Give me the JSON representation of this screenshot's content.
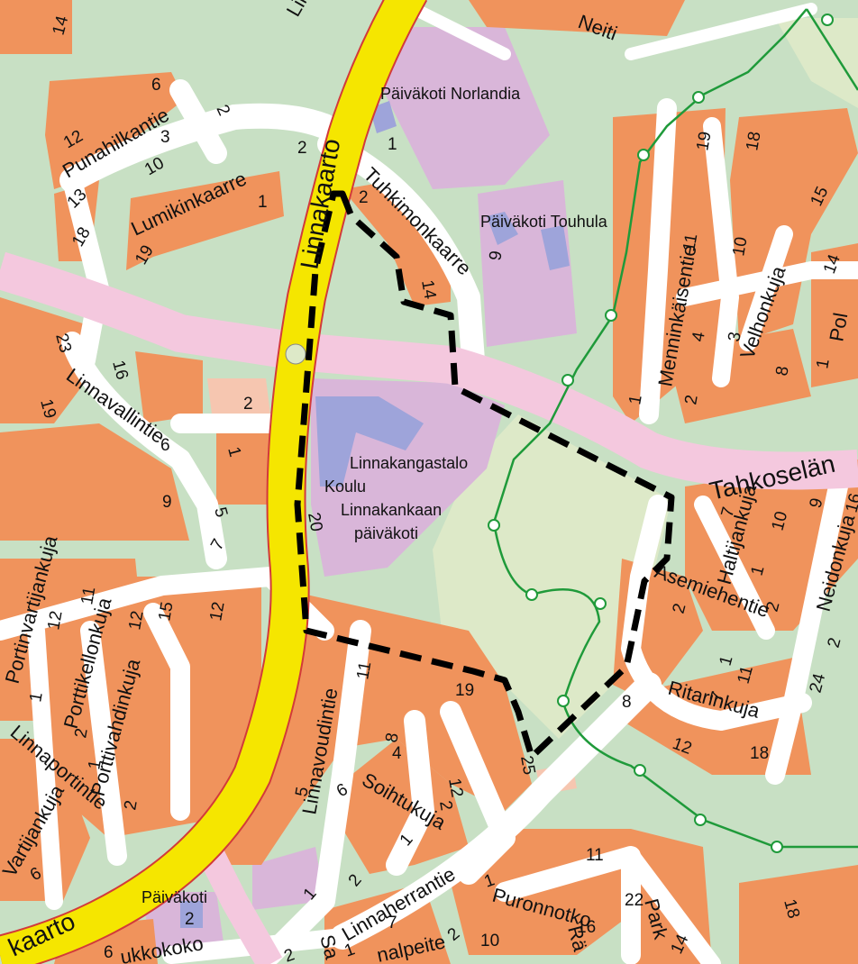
{
  "colors": {
    "background": "#c8e0c4",
    "residential": "#f0935c",
    "public_building": "#d9b6d9",
    "building": "#9ea4da",
    "main_road": "#f5e600",
    "pedestrian_street": "#f4c8de",
    "minor_road": "#ffffff",
    "park": "#dde9c8",
    "trail": "#1f9a3a",
    "boundary": "#000000"
  },
  "streets": {
    "linnakaarto_main": "Linnakaarto",
    "linnakaarto_sw": "kaarto",
    "punahilkantie": "Punahilkantie",
    "lumikinkaarre": "Lumikinkaarre",
    "tuhkimonkaarre": "Tuhkimonkaarre",
    "linnavallintie": "Linnavallintie",
    "tahkoselan": "Tahkoselän",
    "menninkaisentie": "Menninkäisentie",
    "velhonkuja": "Velhonkuja",
    "haltijankuja": "Haltijankuja",
    "neidonkuja": "Neidonkuja",
    "asemiehentie": "Asemiehentie",
    "ritarinkuja": "Ritarinkuja",
    "linnavoudintie": "Linnavoudintie",
    "soihtukuja": "Soihtukuja",
    "linnaherrantie": "Linnaherrantie",
    "puronnotko": "Puronnotko",
    "portinvartijankuja": "Portinvartijankuja",
    "porttikellonkuja": "Porttikellonkuja",
    "porttivahdinkuja": "Porttivahdinkuja",
    "linnaportintie": "Linnaportintie",
    "vartijankuja": "Vartijankuja",
    "ukkokoko": "ukkokoko",
    "top_left_road": "Linnak",
    "top_right_road": "Neiti",
    "bottom_road": "nalpeite",
    "parkki": "Park",
    "rajaba": "Rä",
    "sa": "Sa",
    "pol": "Pol"
  },
  "places": {
    "paivakoti_norlandia": "Päiväkoti Norlandia",
    "paivakoti_touhula": "Päiväkoti Touhula",
    "linnakangastalo": "Linnakangastalo",
    "koulu": "Koulu",
    "linnakankaan": "Linnakankaan",
    "paivakoti_school": "päiväkoti",
    "paivakoti_bottom": "Päiväkoti"
  },
  "house_numbers": {
    "n14_tl": "14",
    "n6a": "6",
    "n12a": "12",
    "n3a": "3",
    "n10a": "10",
    "n13a": "13",
    "n18a": "18",
    "n2a": "2",
    "n1a": "1",
    "n19a": "19",
    "n2b": "2",
    "n2c": "2",
    "n1b": "1",
    "n9a": "9",
    "n14b": "14",
    "n23a": "23",
    "n16a": "16",
    "n19b": "19",
    "n2d": "2",
    "n6b": "6",
    "n1c": "1",
    "n9b": "9",
    "n5a": "5",
    "n7a": "7",
    "n20a": "20",
    "n19c": "19",
    "n18b": "18",
    "n11a": "11",
    "n10b": "10",
    "n15a": "15",
    "n14c": "14",
    "n4a": "4",
    "n3b": "3",
    "n8a": "8",
    "n1d": "1",
    "n1e": "1",
    "n2e": "2",
    "n7b": "7",
    "n10c": "10",
    "n9c": "9",
    "n16b": "16",
    "n1f": "1",
    "n2f": "2",
    "n2g": "2",
    "n1g": "1",
    "n11b": "11",
    "n24a": "24",
    "n2h": "2",
    "n7c": "7",
    "n8b": "8",
    "n12b": "12",
    "n18c": "18",
    "n12c": "12",
    "n11c": "11",
    "n12d": "12",
    "n15b": "15",
    "n12e": "12",
    "n1h": "1",
    "n2i": "2",
    "n1i": "1",
    "n2j": "2",
    "n11d": "11",
    "n19d": "19",
    "n8c": "8",
    "n4b": "4",
    "n12f": "12",
    "n2k": "2",
    "n25a": "25",
    "n5b": "5",
    "n6c": "6",
    "n1j": "1",
    "n2l": "2",
    "n1k": "1",
    "n11e": "11",
    "n22a": "22",
    "n1l": "1",
    "n2m": "2",
    "n10d": "10",
    "n16c": "16",
    "n14d": "14",
    "n7d": "7",
    "n1m": "1",
    "n2n": "2",
    "n6d": "6",
    "n6e": "6",
    "n2o": "2",
    "n18d": "18"
  },
  "trail": {
    "note": ""
  }
}
